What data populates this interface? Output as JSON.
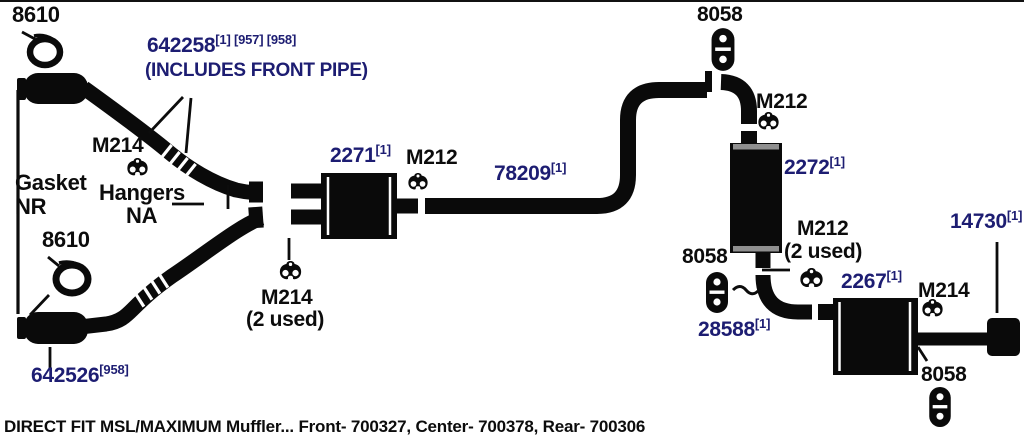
{
  "title": "Exhaust system parts diagram",
  "colors": {
    "background": "#ffffff",
    "artwork": "#0a0a0a",
    "part_number": "#1d1d72"
  },
  "labels": {
    "clamp_top": "8610",
    "clamp_bottom": "8610",
    "front_pipe": {
      "part": "642258",
      "sup": "[1] [957] [958]",
      "note": "(INCLUDES FRONT PIPE)"
    },
    "m214_front": "M214",
    "gasket_nr": {
      "line1": "Gasket",
      "line2": "NR"
    },
    "hangers_na": {
      "line1": "Hangers",
      "line2": "NA"
    },
    "front_pipe_lower": {
      "part": "642526",
      "sup": "[958]"
    },
    "m214_y": {
      "line1": "M214",
      "line2": "(2 used)"
    },
    "center_muffler": {
      "part": "2271",
      "sup": "[1]"
    },
    "m212_center": "M212",
    "intermediate_pipe": {
      "part": "78209",
      "sup": "[1]"
    },
    "gasket_top": "8058",
    "m212_upper_right": "M212",
    "resonator": {
      "part": "2272",
      "sup": "[1]"
    },
    "m212_used": {
      "line1": "M212",
      "line2": "(2 used)"
    },
    "gasket_mid": "8058",
    "connector_pipe": {
      "part": "28588",
      "sup": "[1]"
    },
    "rear_muffler": {
      "part": "2267",
      "sup": "[1]"
    },
    "m214_rear": "M214",
    "tailpipe": {
      "part": "14730",
      "sup": "[1]"
    },
    "gasket_rear": "8058"
  },
  "icons": [
    "clamp-icon",
    "gasket-icon",
    "hanger-icon"
  ],
  "footer": {
    "text": "DIRECT FIT MSL/MAXIMUM Muffler... Front- 700327, Center- 700378, Rear- 700306"
  }
}
